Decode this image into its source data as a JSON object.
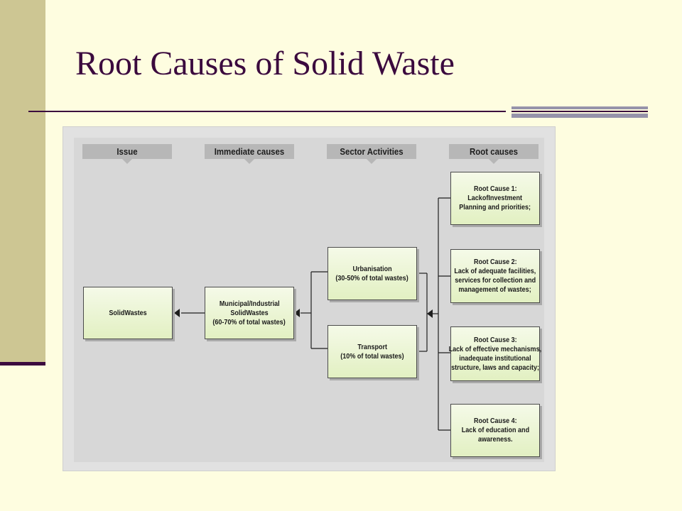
{
  "slide": {
    "title": "Root Causes of Solid Waste"
  },
  "diagram": {
    "column_headers": [
      "Issue",
      "Immediate causes",
      "Sector Activities",
      "Root causes"
    ],
    "issue": {
      "lines": [
        "SolidWastes"
      ]
    },
    "immediate_cause": {
      "lines": [
        "Municipal/Industrial",
        "SolidWastes",
        "(60-70% of total wastes)"
      ]
    },
    "sector_activities": [
      {
        "lines": [
          "Urbanisation",
          "(30-50% of total wastes)"
        ]
      },
      {
        "lines": [
          "Transport",
          "(10% of total wastes)"
        ]
      }
    ],
    "root_causes": [
      {
        "lines": [
          "Root Cause 1:",
          "LackofInvestment",
          "Planning and priorities;"
        ]
      },
      {
        "lines": [
          "Root Cause 2:",
          "Lack of adequate facilities,",
          "services for collection and",
          "management of wastes;"
        ]
      },
      {
        "lines": [
          "Root Cause 3:",
          "Lack of effective mechanisms,",
          "inadequate institutional",
          "structure, laws and capacity;"
        ]
      },
      {
        "lines": [
          "Root Cause 4:",
          "Lack of education and",
          "awareness."
        ]
      }
    ]
  },
  "colors": {
    "background": "#fefde0",
    "sidebar": "#cdc693",
    "accent": "#3b0a3e",
    "node_fill": "#e2f0c2",
    "header_fill": "#b7b7b7"
  }
}
